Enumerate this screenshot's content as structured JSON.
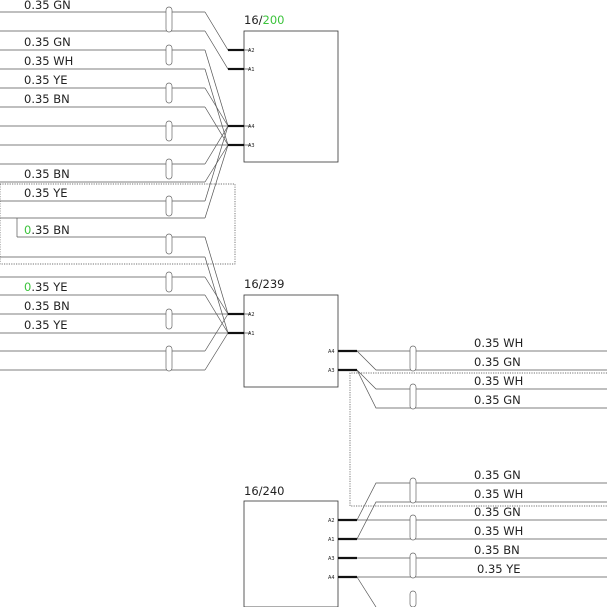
{
  "components": {
    "c200": {
      "prefix": "16/",
      "num": "200",
      "pins": [
        "A2",
        "A1",
        "A4",
        "A3"
      ]
    },
    "c239": {
      "prefix": "16/239",
      "pins": [
        "A2",
        "A1",
        "A4",
        "A3"
      ]
    },
    "c240": {
      "prefix": "16/240",
      "pins": [
        "A2",
        "A1",
        "A3",
        "A4"
      ]
    }
  },
  "left_labels": {
    "l0": "0.35 GN",
    "l1": "0.35 GN",
    "l2": "0.35 WH",
    "l3": "0.35 YE",
    "l4": "0.35 BN",
    "l5": "0.35 BN",
    "l6": "0.35 YE",
    "l7": {
      "a": "0",
      "b": ".35 BN"
    },
    "l8": {
      "a": "0",
      "b": ".35 YE"
    },
    "l9": "0.35 BN",
    "l10": "0.35 YE"
  },
  "right_labels": {
    "r0": "0.35 WH",
    "r1": "0.35 GN",
    "r2": "0.35 WH",
    "r3": "0.35 GN",
    "r4": "0.35 GN",
    "r5": "0.35 WH",
    "r6": "0.35 GN",
    "r7": "0.35 WH",
    "r8": "0.35 BN",
    "r9": "0.35 YE"
  },
  "colors": {
    "highlight": "#3cc33c",
    "wire": "#555555"
  }
}
